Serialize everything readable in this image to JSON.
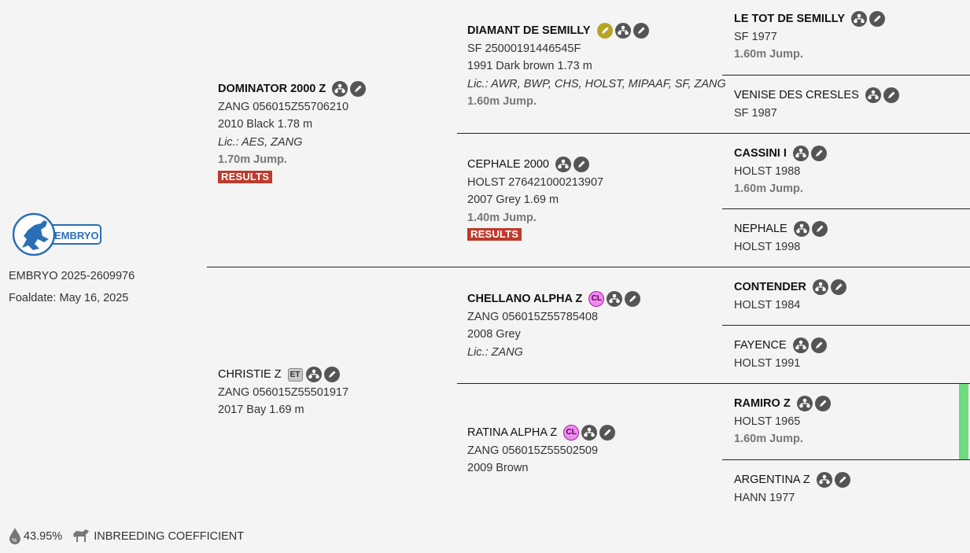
{
  "subject": {
    "logo_text": "EMBRYO",
    "id_line": "EMBRYO 2025-2609976",
    "foaldate": "Foaldate: May 16, 2025"
  },
  "footer": {
    "percentage": "43.95%",
    "inbreeding_label": "INBREEDING COEFFICIENT"
  },
  "gen1": [
    {
      "name": "DOMINATOR 2000 Z",
      "reg": "ZANG 056015Z55706210",
      "desc": "2010 Black 1.78 m",
      "lic": "Lic.: AES, ZANG",
      "perf": "1.70m Jump.",
      "results": "RESULTS"
    },
    {
      "name": "CHRISTIE Z",
      "badge": "ET",
      "reg": "ZANG 056015Z55501917",
      "desc": "2017 Bay 1.69 m"
    }
  ],
  "gen2": [
    {
      "name": "DIAMANT DE SEMILLY",
      "reg": "SF 25000191446545F",
      "desc": "1991 Dark brown 1.73 m",
      "lic": "Lic.: AWR, BWP, CHS, HOLST, MIPAAF, SF, ZANG",
      "perf": "1.60m Jump."
    },
    {
      "name": "CEPHALE 2000",
      "reg": "HOLST 276421000213907",
      "desc": "2007 Grey 1.69 m",
      "perf": "1.40m Jump.",
      "results": "RESULTS"
    },
    {
      "name": "CHELLANO ALPHA Z",
      "badge": "CL",
      "reg": "ZANG 056015Z55785408",
      "desc": "2008 Grey",
      "lic": "Lic.: ZANG"
    },
    {
      "name": "RATINA ALPHA Z",
      "badge": "CL",
      "reg": "ZANG 056015Z55502509",
      "desc": "2009 Brown"
    }
  ],
  "gen3": [
    {
      "name": "LE TOT DE SEMILLY",
      "reg": "SF 1977",
      "perf": "1.60m Jump."
    },
    {
      "name": "VENISE DES CRESLES",
      "reg": "SF 1987"
    },
    {
      "name": "CASSINI I",
      "reg": "HOLST 1988",
      "perf": "1.60m Jump."
    },
    {
      "name": "NEPHALE",
      "reg": "HOLST 1998"
    },
    {
      "name": "CONTENDER",
      "reg": "HOLST 1984"
    },
    {
      "name": "FAYENCE",
      "reg": "HOLST 1991"
    },
    {
      "name": "RAMIRO Z",
      "reg": "HOLST 1965",
      "perf": "1.60m Jump."
    },
    {
      "name": "ARGENTINA Z",
      "reg": "HANN 1977"
    }
  ],
  "colors": {
    "background": "#f4f4f4",
    "results": "#c0392b",
    "highlight": "#6edc7e",
    "logo": "#2a6fb5"
  },
  "icons": [
    "pedigree-icon",
    "edit-icon",
    "search-icon"
  ]
}
